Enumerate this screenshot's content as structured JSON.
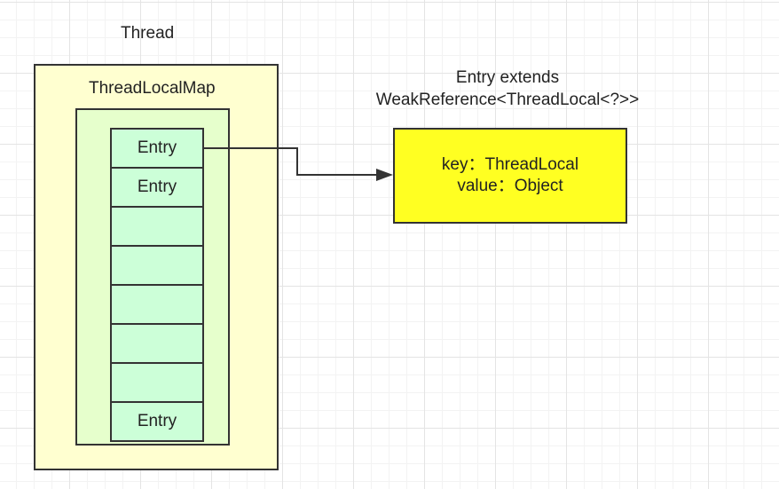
{
  "thread": {
    "title": "Thread"
  },
  "thread_local_map": {
    "title": "ThreadLocalMap",
    "slots": [
      "Entry",
      "Entry",
      "",
      "",
      "",
      "",
      "",
      "Entry"
    ]
  },
  "entry_class": {
    "line1": "Entry extends",
    "line2": "WeakReference<ThreadLocal<?>>"
  },
  "entry_node": {
    "key_line": "key：ThreadLocal",
    "value_line": "value：Object"
  },
  "colors": {
    "thread_fill": "#ffffd0",
    "map_fill": "#e6ffcc",
    "slot_fill": "#ccffd8",
    "entry_fill": "#ffff22",
    "stroke": "#333333"
  }
}
